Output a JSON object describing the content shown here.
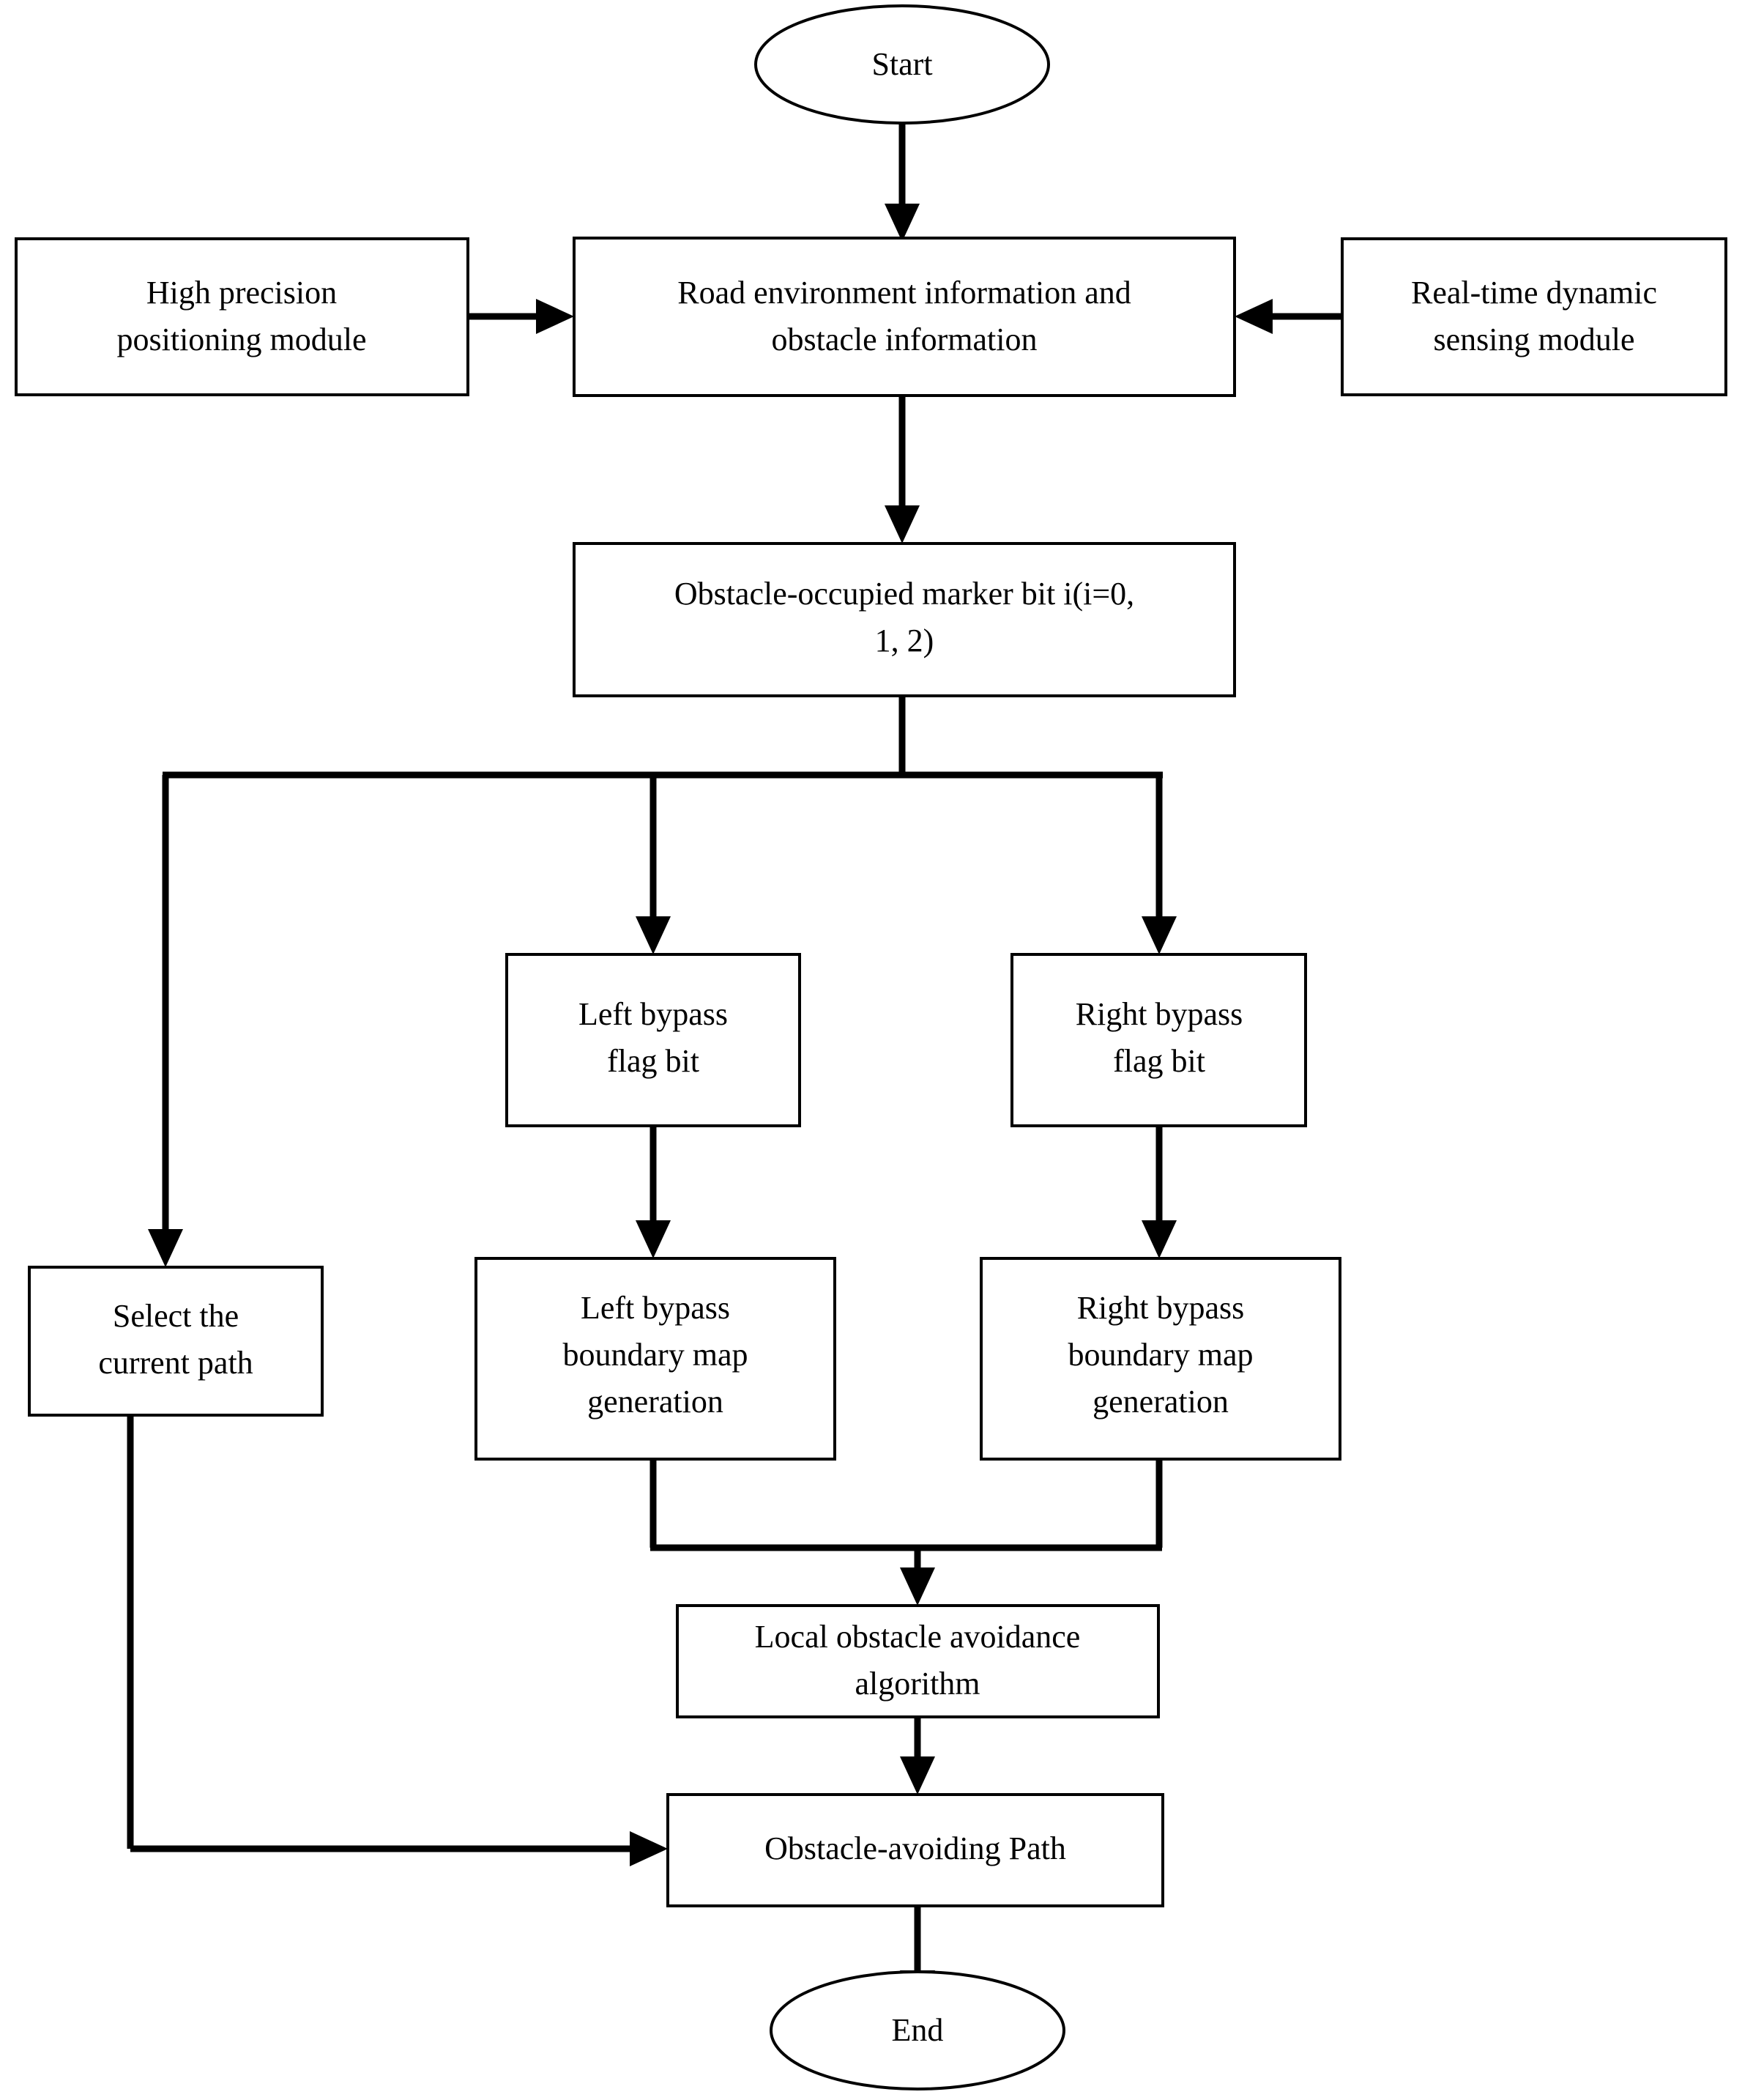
{
  "diagram": {
    "title": "Obstacle avoidance path planning flowchart",
    "background_color": "#ffffff",
    "line_color": "#000000",
    "text_color": "#000000",
    "nodes": {
      "start": {
        "label": "Start",
        "shape": "ellipse"
      },
      "high_precision": {
        "line1": "High precision",
        "line2": "positioning module",
        "shape": "rect"
      },
      "road_env": {
        "line1": "Road environment information and",
        "line2": "obstacle information",
        "shape": "rect"
      },
      "realtime_sensing": {
        "line1": "Real-time dynamic",
        "line2": "sensing module",
        "shape": "rect"
      },
      "marker_bit": {
        "line1": "Obstacle-occupied marker bit i(i=0,",
        "line2": "1, 2)",
        "shape": "rect"
      },
      "select_current": {
        "line1": "Select the",
        "line2": "current path",
        "shape": "rect"
      },
      "left_flag": {
        "line1": "Left bypass",
        "line2": "flag bit",
        "shape": "rect"
      },
      "right_flag": {
        "line1": "Right bypass",
        "line2": "flag bit",
        "shape": "rect"
      },
      "left_boundary": {
        "line1": "Left bypass",
        "line2": "boundary map",
        "line3": "generation",
        "shape": "rect"
      },
      "right_boundary": {
        "line1": "Right bypass",
        "line2": "boundary map",
        "line3": "generation",
        "shape": "rect"
      },
      "local_algorithm": {
        "line1": "Local obstacle avoidance",
        "line2": "algorithm",
        "shape": "rect"
      },
      "avoiding_path": {
        "line1": "Obstacle-avoiding Path",
        "shape": "rect"
      },
      "end": {
        "label": "End",
        "shape": "ellipse"
      }
    }
  }
}
